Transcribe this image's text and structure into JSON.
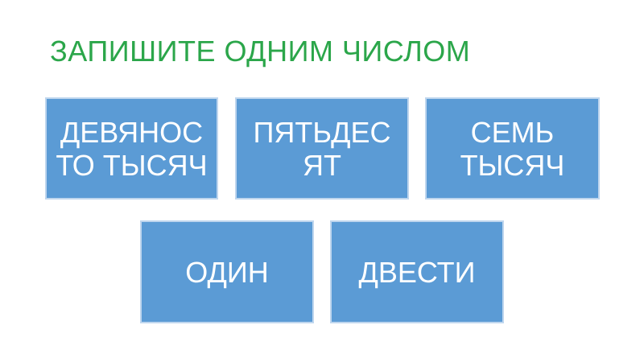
{
  "colors": {
    "background": "#FFFFFF",
    "title-green": "#2BA64A",
    "card-blue": "#5B9BD5",
    "card-border": "#BFD6EE",
    "card-text": "#FFFFFF"
  },
  "slide": {
    "title": "ЗАПИШИТЕ ОДНИМ ЧИСЛОМ",
    "cards": [
      {
        "label": "ДЕВЯНОС\nТО ТЫСЯЧ"
      },
      {
        "label": "ПЯТЬДЕС\nЯТ"
      },
      {
        "label": "СЕМЬ\nТЫСЯЧ"
      },
      {
        "label": "ОДИН"
      },
      {
        "label": "ДВЕСТИ"
      }
    ]
  }
}
